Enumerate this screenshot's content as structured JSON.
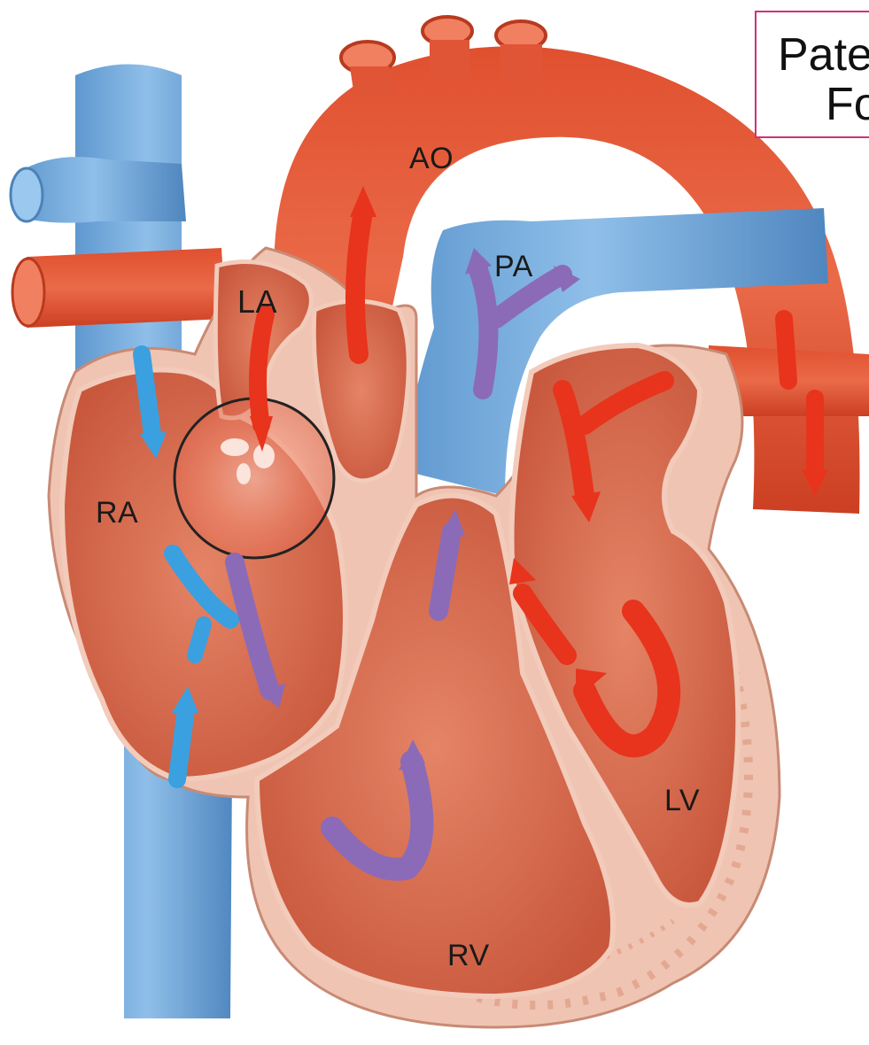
{
  "title": {
    "line1": "Pate",
    "line2": "Fo"
  },
  "labels": {
    "ao": "AO",
    "pa": "PA",
    "la": "LA",
    "ra": "RA",
    "rv": "RV",
    "lv": "LV"
  },
  "colors": {
    "oxygenated": "#e8341c",
    "deoxygenated_vessel": "#6fa8dc",
    "deoxygenated_arrow": "#8b6bb8",
    "venous_arrow": "#3aa0e0",
    "chamber": "#d9694c",
    "wall": "#f0c2b0",
    "title_border": "#d0307a"
  }
}
